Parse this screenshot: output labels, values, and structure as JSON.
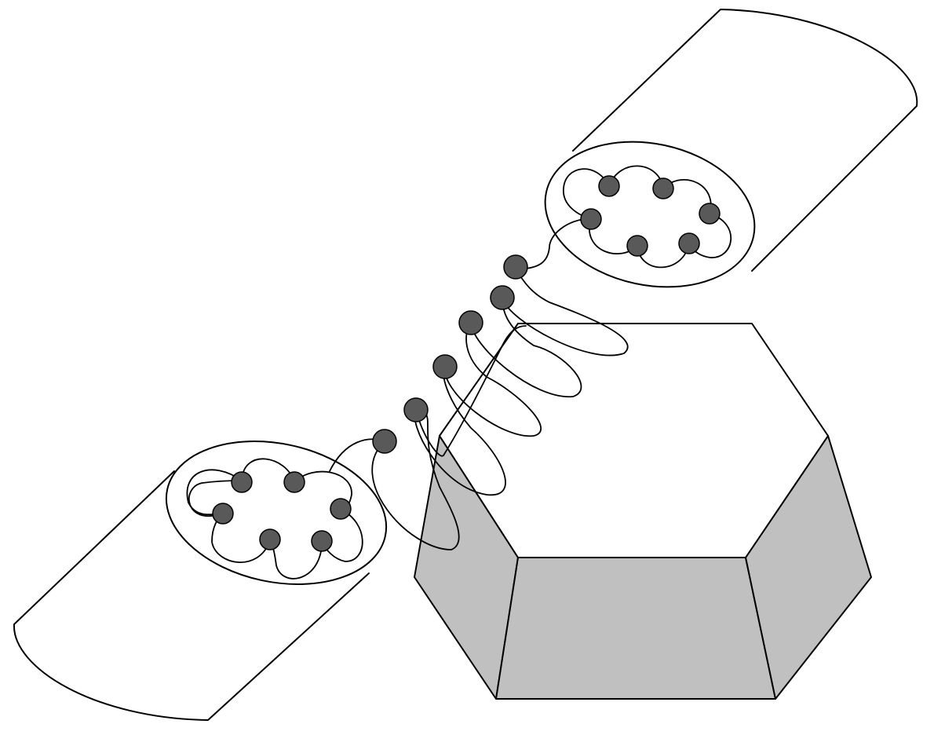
{
  "figure": {
    "description_free": true,
    "colors": {
      "background": "#ffffff",
      "stroke": "#000000",
      "block_side": "#c0c0c0",
      "block_top": "#ffffff",
      "bead": "#595959"
    },
    "parts": {
      "left_tip_beads": 6,
      "right_tip_beads": 6,
      "bridge_beads": 6
    }
  }
}
